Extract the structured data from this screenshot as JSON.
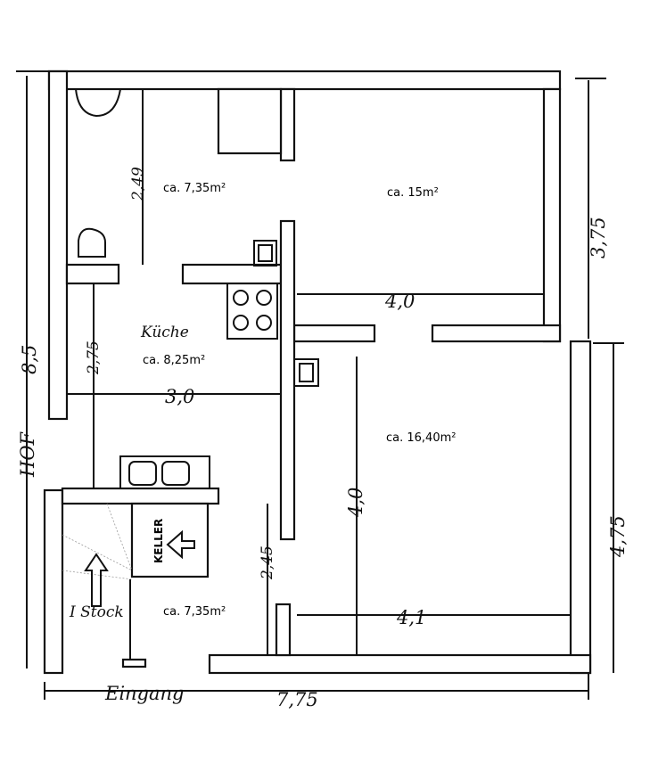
{
  "title": "Floor plan (hand-drawn)",
  "rooms": {
    "bath_area": "ca. 7,35m²",
    "living_top_area": "ca. 15m²",
    "kitchen_label": "Küche",
    "kitchen_area": "ca. 8,25m²",
    "living_bottom_area": "ca. 16,40m²",
    "hall_area": "ca. 7,35m²"
  },
  "dimensions": {
    "bath_height": "2,49",
    "top_room_width": "4,0",
    "right_upper": "3,75",
    "left_total": "8,5",
    "kitchen_height": "2,75",
    "kitchen_width": "3,0",
    "bottom_room_height": "4,0",
    "right_lower": "4,75",
    "hall_height": "2,45",
    "bottom_room_width": "4,1",
    "total_width": "7,75"
  },
  "labels": {
    "yard": "HOF",
    "cellar": "KELLER",
    "upstairs": "I Stock",
    "entrance": "Eingang"
  }
}
